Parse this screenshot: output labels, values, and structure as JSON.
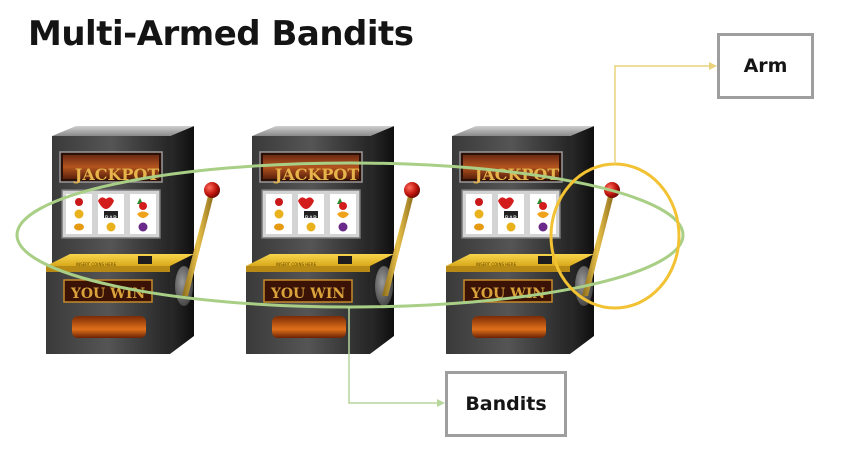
{
  "title": "Multi-Armed Bandits",
  "labels": {
    "arm": "Arm",
    "bandits": "Bandits"
  },
  "machine": {
    "jackpot": "JACKPOT",
    "you_win": "YOU WIN",
    "reel_bar": "BAR",
    "insert_coins": "INSERT COINS HERE"
  },
  "colors": {
    "arm_highlight": "#f2c233",
    "bandits_highlight": "#a9cf86",
    "callout_border": "#9e9e9e",
    "arm_connector": "#e9d27a",
    "bandits_connector": "#b7d69c"
  },
  "icons": {
    "machine": "slot-machine-icon",
    "lever": "lever-arm-icon"
  }
}
